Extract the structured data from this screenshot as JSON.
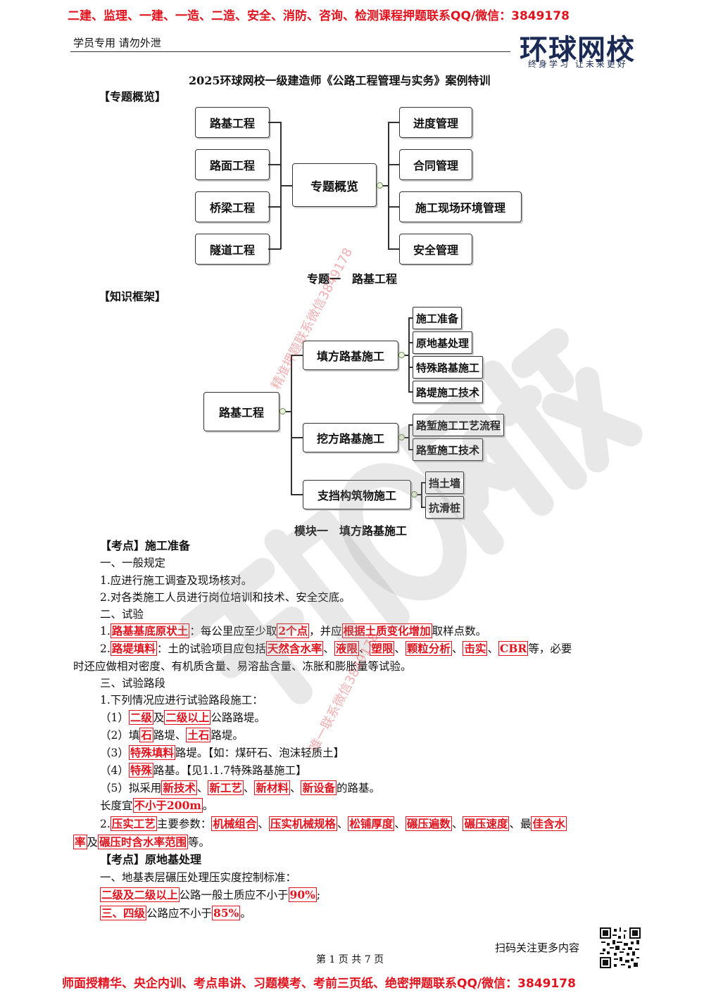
{
  "banner_top": "二建、监理、一建、一造、二造、安全、消防、咨询、检测课程押题联系QQ/微信：3849178",
  "banner_bottom": "师面授精华、央企内训、考点串讲、习题模考、考前三页纸、绝密押题联系QQ/微信：3849178",
  "header_left": "学员专用 请勿外泄",
  "logo": {
    "main": "环球网校",
    "sub": "终身学习 让未来更好"
  },
  "doc_title": "2025环球网校一级建造师《公路工程管理与实务》案例特训",
  "overview": {
    "heading": "【专题概览】",
    "center": "专题概览",
    "left": [
      "路基工程",
      "路面工程",
      "桥梁工程",
      "隧道工程"
    ],
    "right": [
      "进度管理",
      "合同管理",
      "施工现场环境管理",
      "安全管理"
    ]
  },
  "topic1_title": "专题一　路基工程",
  "framework": {
    "heading": "【知识框架】",
    "root": "路基工程",
    "branches": [
      {
        "label": "填方路基施工",
        "children": [
          "施工准备",
          "原地基处理",
          "特殊路基施工",
          "路堤施工技术"
        ]
      },
      {
        "label": "挖方路基施工",
        "children": [
          "路堑施工工艺流程",
          "路堑施工技术"
        ]
      },
      {
        "label": "支挡构筑物施工",
        "children": [
          "挡土墙",
          "抗滑桩"
        ]
      }
    ]
  },
  "module1_title": "模块一　填方路基施工",
  "body": {
    "kp1": {
      "tag": "【考点】",
      "title": "施工准备"
    },
    "s1": "一、一般规定",
    "s1_1": "1.应进行施工调查及现场核对。",
    "s1_2": "2.对各类施工人员进行岗位培训和技术、安全交底。",
    "s2": "二、试验",
    "s2_1": {
      "n": "1.",
      "k1": "路基基底原状土",
      "t1": "：每公里应至少取",
      "k2": "2个点",
      "t2": "，并应",
      "k3": "根据土质变化增加",
      "t3": "取样点数。"
    },
    "s2_2": {
      "n": "2.",
      "k1": "路堤填料",
      "t1": "：土的试验项目应包括",
      "k2": "天然含水率",
      "k3": "液限",
      "k4": "塑限",
      "k5": "颗粒分析",
      "k6": "击实",
      "k7": "CBR",
      "t2": "等，必要",
      "sep": "、"
    },
    "s2_2b": "时还应做相对密度、有机质含量、易溶盐含量、冻胀和膨胀量等试验。",
    "s3": "三、试验路段",
    "s3_1": "1.下列情况应进行试验路段施工：",
    "s3_a": {
      "n": "（1）",
      "k1": "二级",
      "t1": "及",
      "k2": "二级以上",
      "t2": "公路路堤。"
    },
    "s3_b": {
      "n": "（2）填",
      "k1": "石",
      "t1": "路堤、",
      "k2": "土石",
      "t2": "路堤。"
    },
    "s3_c": {
      "n": "（3）",
      "k1": "特殊填料",
      "t1": "路堤。【如：煤矸石、泡沫轻质土】"
    },
    "s3_d": {
      "n": "（4）",
      "k1": "特殊",
      "t1": "路基。【见1.1.7特殊路基施工】"
    },
    "s3_e": {
      "n": "（5）拟采用",
      "k1": "新技术",
      "k2": "新工艺",
      "k3": "新材料",
      "k4": "新设备",
      "t1": "的路基。"
    },
    "s3_len": {
      "t1": "长度宜",
      "k1": "不小于200m",
      "t2": "。"
    },
    "s3_2": {
      "n": "2.",
      "k1": "压实工艺",
      "t1": "主要参数：",
      "k2": "机械组合",
      "k3": "压实机械规格",
      "k4": "松铺厚度",
      "k5": "碾压遍数",
      "k6": "碾压速度",
      "t2": "、最",
      "k7": "佳含水"
    },
    "s3_2b": {
      "k1": "率",
      "t1": "及",
      "k2": "碾压时含水率范围",
      "t2": "等。"
    },
    "kp2": {
      "tag": "【考点】",
      "title": "原地基处理"
    },
    "s4": "一、地基表层碾压处理压实度控制标准：",
    "s4_1": {
      "k1": "二级及二级以上",
      "t1": "公路一般土质应不小于",
      "k2": "90%",
      "t2": ";"
    },
    "s4_2": {
      "k1": "三、四级",
      "t1": "公路应不小于",
      "k2": "85%",
      "t2": "。"
    }
  },
  "footer": {
    "scan": "扫码关注更多内容",
    "page": "第 1 页 共 7 页"
  },
  "watermarks": [
    "精准押题联系微信3849178",
    "唯一联系微信3849178"
  ]
}
